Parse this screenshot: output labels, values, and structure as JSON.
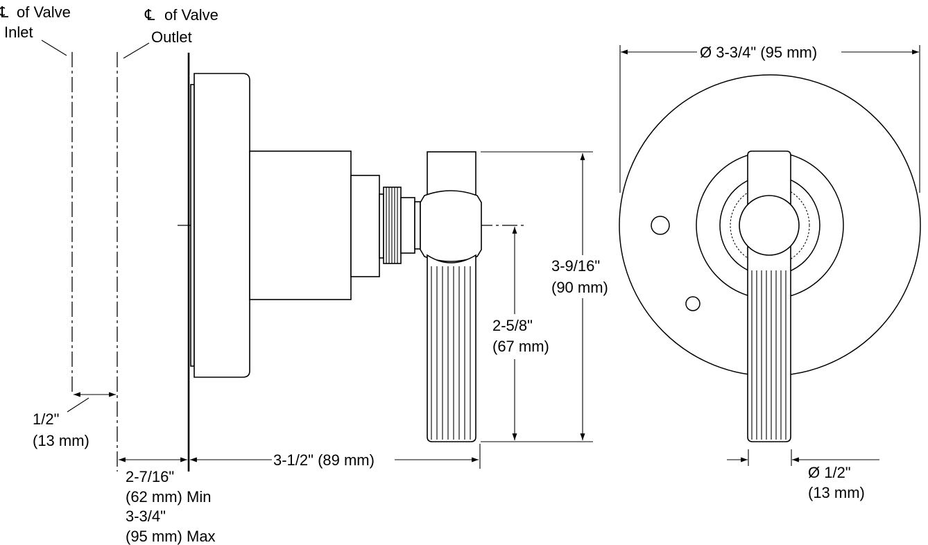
{
  "labels": {
    "cl_symbol": "℄",
    "cl_inlet_l1": "of Valve",
    "cl_inlet_l2": "Inlet",
    "cl_outlet_l1": "of Valve",
    "cl_outlet_l2": "Outlet",
    "offset_l1": "1/2\"",
    "offset_l2": "(13 mm)",
    "depth_l1": "2-7/16\"",
    "depth_l2": "(62 mm) Min",
    "depth_l3": "3-3/4\"",
    "depth_l4": "(95 mm) Max",
    "projection": "3-1/2\" (89 mm)",
    "handle_below_l1": "2-5/8\"",
    "handle_below_l2": "(67 mm)",
    "handle_total_l1": "3-9/16\"",
    "handle_total_l2": "(90 mm)",
    "plate_diameter": "Ø 3-3/4\" (95 mm)",
    "handle_dia_l1": "Ø 1/2\"",
    "handle_dia_l2": "(13 mm)"
  }
}
